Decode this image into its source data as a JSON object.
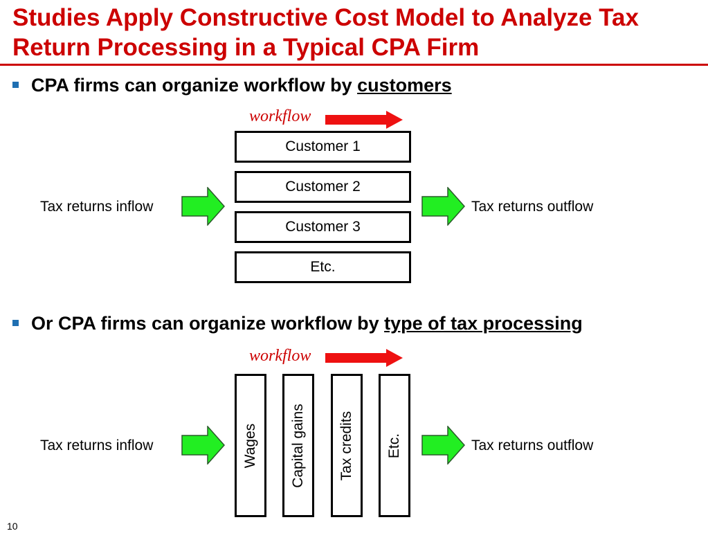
{
  "slide": {
    "title": "Studies Apply Constructive Cost Model to Analyze Tax Return Processing in a Typical CPA Firm",
    "page_number": "10",
    "colors": {
      "title": "#cc0000",
      "workflow_arrow": "#ee1111",
      "flow_arrow": "#22ee22",
      "bullet": "#1f6fb2"
    }
  },
  "section1": {
    "bullet_prefix": "CPA firms can organize workflow by ",
    "bullet_emphasis": "customers",
    "workflow_label": "workflow",
    "inflow_label": "Tax returns inflow",
    "outflow_label": "Tax returns outflow",
    "boxes": [
      "Customer 1",
      "Customer 2",
      "Customer 3",
      "Etc."
    ]
  },
  "section2": {
    "bullet_prefix": "Or CPA firms can organize workflow by ",
    "bullet_emphasis": "type of tax processing",
    "workflow_label": "workflow",
    "inflow_label": "Tax returns inflow",
    "outflow_label": "Tax returns outflow",
    "boxes": [
      "Wages",
      "Capital gains",
      "Tax credits",
      "Etc."
    ]
  }
}
